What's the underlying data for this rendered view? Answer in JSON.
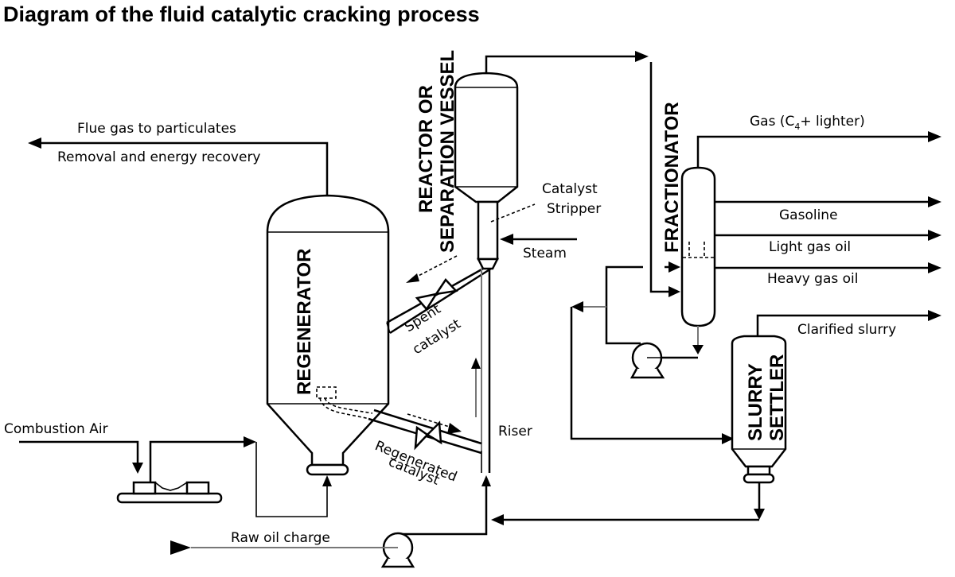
{
  "title": "Diagram of the fluid catalytic cracking process",
  "vessels": {
    "regenerator": "REGENERATOR",
    "reactor_line1": "REACTOR OR",
    "reactor_line2": "SEPARATION VESSEL",
    "fractionator": "FRACTIONATOR",
    "slurry_line1": "SLURRY",
    "slurry_line2": "SETTLER"
  },
  "labels": {
    "flue_gas_line1": "Flue gas to particulates",
    "flue_gas_line2": "Removal and energy recovery",
    "catalyst_stripper_line1": "Catalyst",
    "catalyst_stripper_line2": "Stripper",
    "steam": "Steam",
    "spent_catalyst_line1": "Spent",
    "spent_catalyst_line2": "catalyst",
    "regenerated_catalyst_line1": "Regenerated",
    "regenerated_catalyst_line2": "catalyst",
    "riser": "Riser",
    "combustion_air": "Combustion Air",
    "raw_oil_charge": "Raw oil charge"
  },
  "products": {
    "gas_prefix": "Gas (C",
    "gas_sub": "4",
    "gas_suffix": "+ lighter)",
    "gasoline": "Gasoline",
    "light_gas_oil": "Light gas oil",
    "heavy_gas_oil": "Heavy gas oil",
    "clarified_slurry": "Clarified slurry"
  }
}
